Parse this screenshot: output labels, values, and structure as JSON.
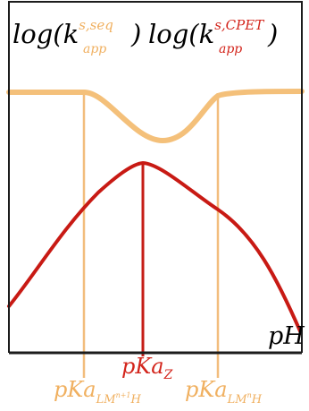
{
  "colors": {
    "frame": "#1c1c1c",
    "seq_curve": "#f4c07a",
    "cpet_curve": "#c81a14",
    "pka_line_light": "#f2bd7d",
    "pka_line_dark": "#c61d17",
    "label_orange": "#f0b060",
    "label_red": "#d3251c",
    "axis_text": "#000000"
  },
  "header": {
    "seq": {
      "func": "log(",
      "k": "k",
      "sup": "s,seq",
      "sub": "app",
      "close": ")"
    },
    "cpet": {
      "func": "log(",
      "k": "k",
      "sup": "s,CPET",
      "sub": "app",
      "close": ")"
    }
  },
  "axis": {
    "x_label": "pH"
  },
  "pka_labels": {
    "z": {
      "main": "pKa",
      "sub": "Z"
    },
    "lm_n1": {
      "main": "pKa",
      "sub_a": "LM",
      "sub_sup": "n+1",
      "sub_b": "H"
    },
    "lm_n": {
      "main": "pKa",
      "sub_a": "LM",
      "sub_sup": "n",
      "sub_b": "H"
    }
  }
}
